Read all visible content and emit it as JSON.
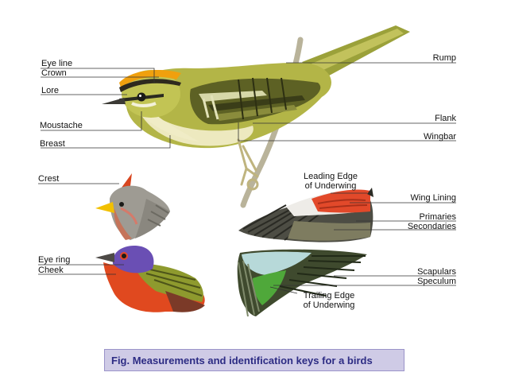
{
  "labels": {
    "eye_line": "Eye line",
    "crown": "Crown",
    "lore": "Lore",
    "moustache": "Moustache",
    "breast": "Breast",
    "rump": "Rump",
    "flank": "Flank",
    "wingbar": "Wingbar",
    "crest": "Crest",
    "leading_edge": "Leading Edge",
    "of_underwing_1": "of Underwing",
    "wing_lining": "Wing Lining",
    "primaries": "Primaries",
    "secondaries": "Secondaries",
    "eye_ring": "Eye ring",
    "cheek": "Cheek",
    "scapulars": "Scapulars",
    "speculum": "Speculum",
    "trailing_edge": "Trailing Edge",
    "of_underwing_2": "of Underwing"
  },
  "caption": "Fig. Measurements and identification keys for a birds",
  "colors": {
    "caption_bg": "#cfcbe6",
    "caption_text": "#2d2c84",
    "kinglet_body": "#b7b84a",
    "kinglet_crown": "#f2a30c",
    "bunting_head": "#6a4fb4",
    "bunting_breast": "#e0491f",
    "cardinal_crest": "#d8451f"
  },
  "icons": [
    "kinglet-illustration",
    "cardinal-head-illustration",
    "bunting-illustration",
    "underwing-illustration",
    "upperwing-illustration"
  ]
}
